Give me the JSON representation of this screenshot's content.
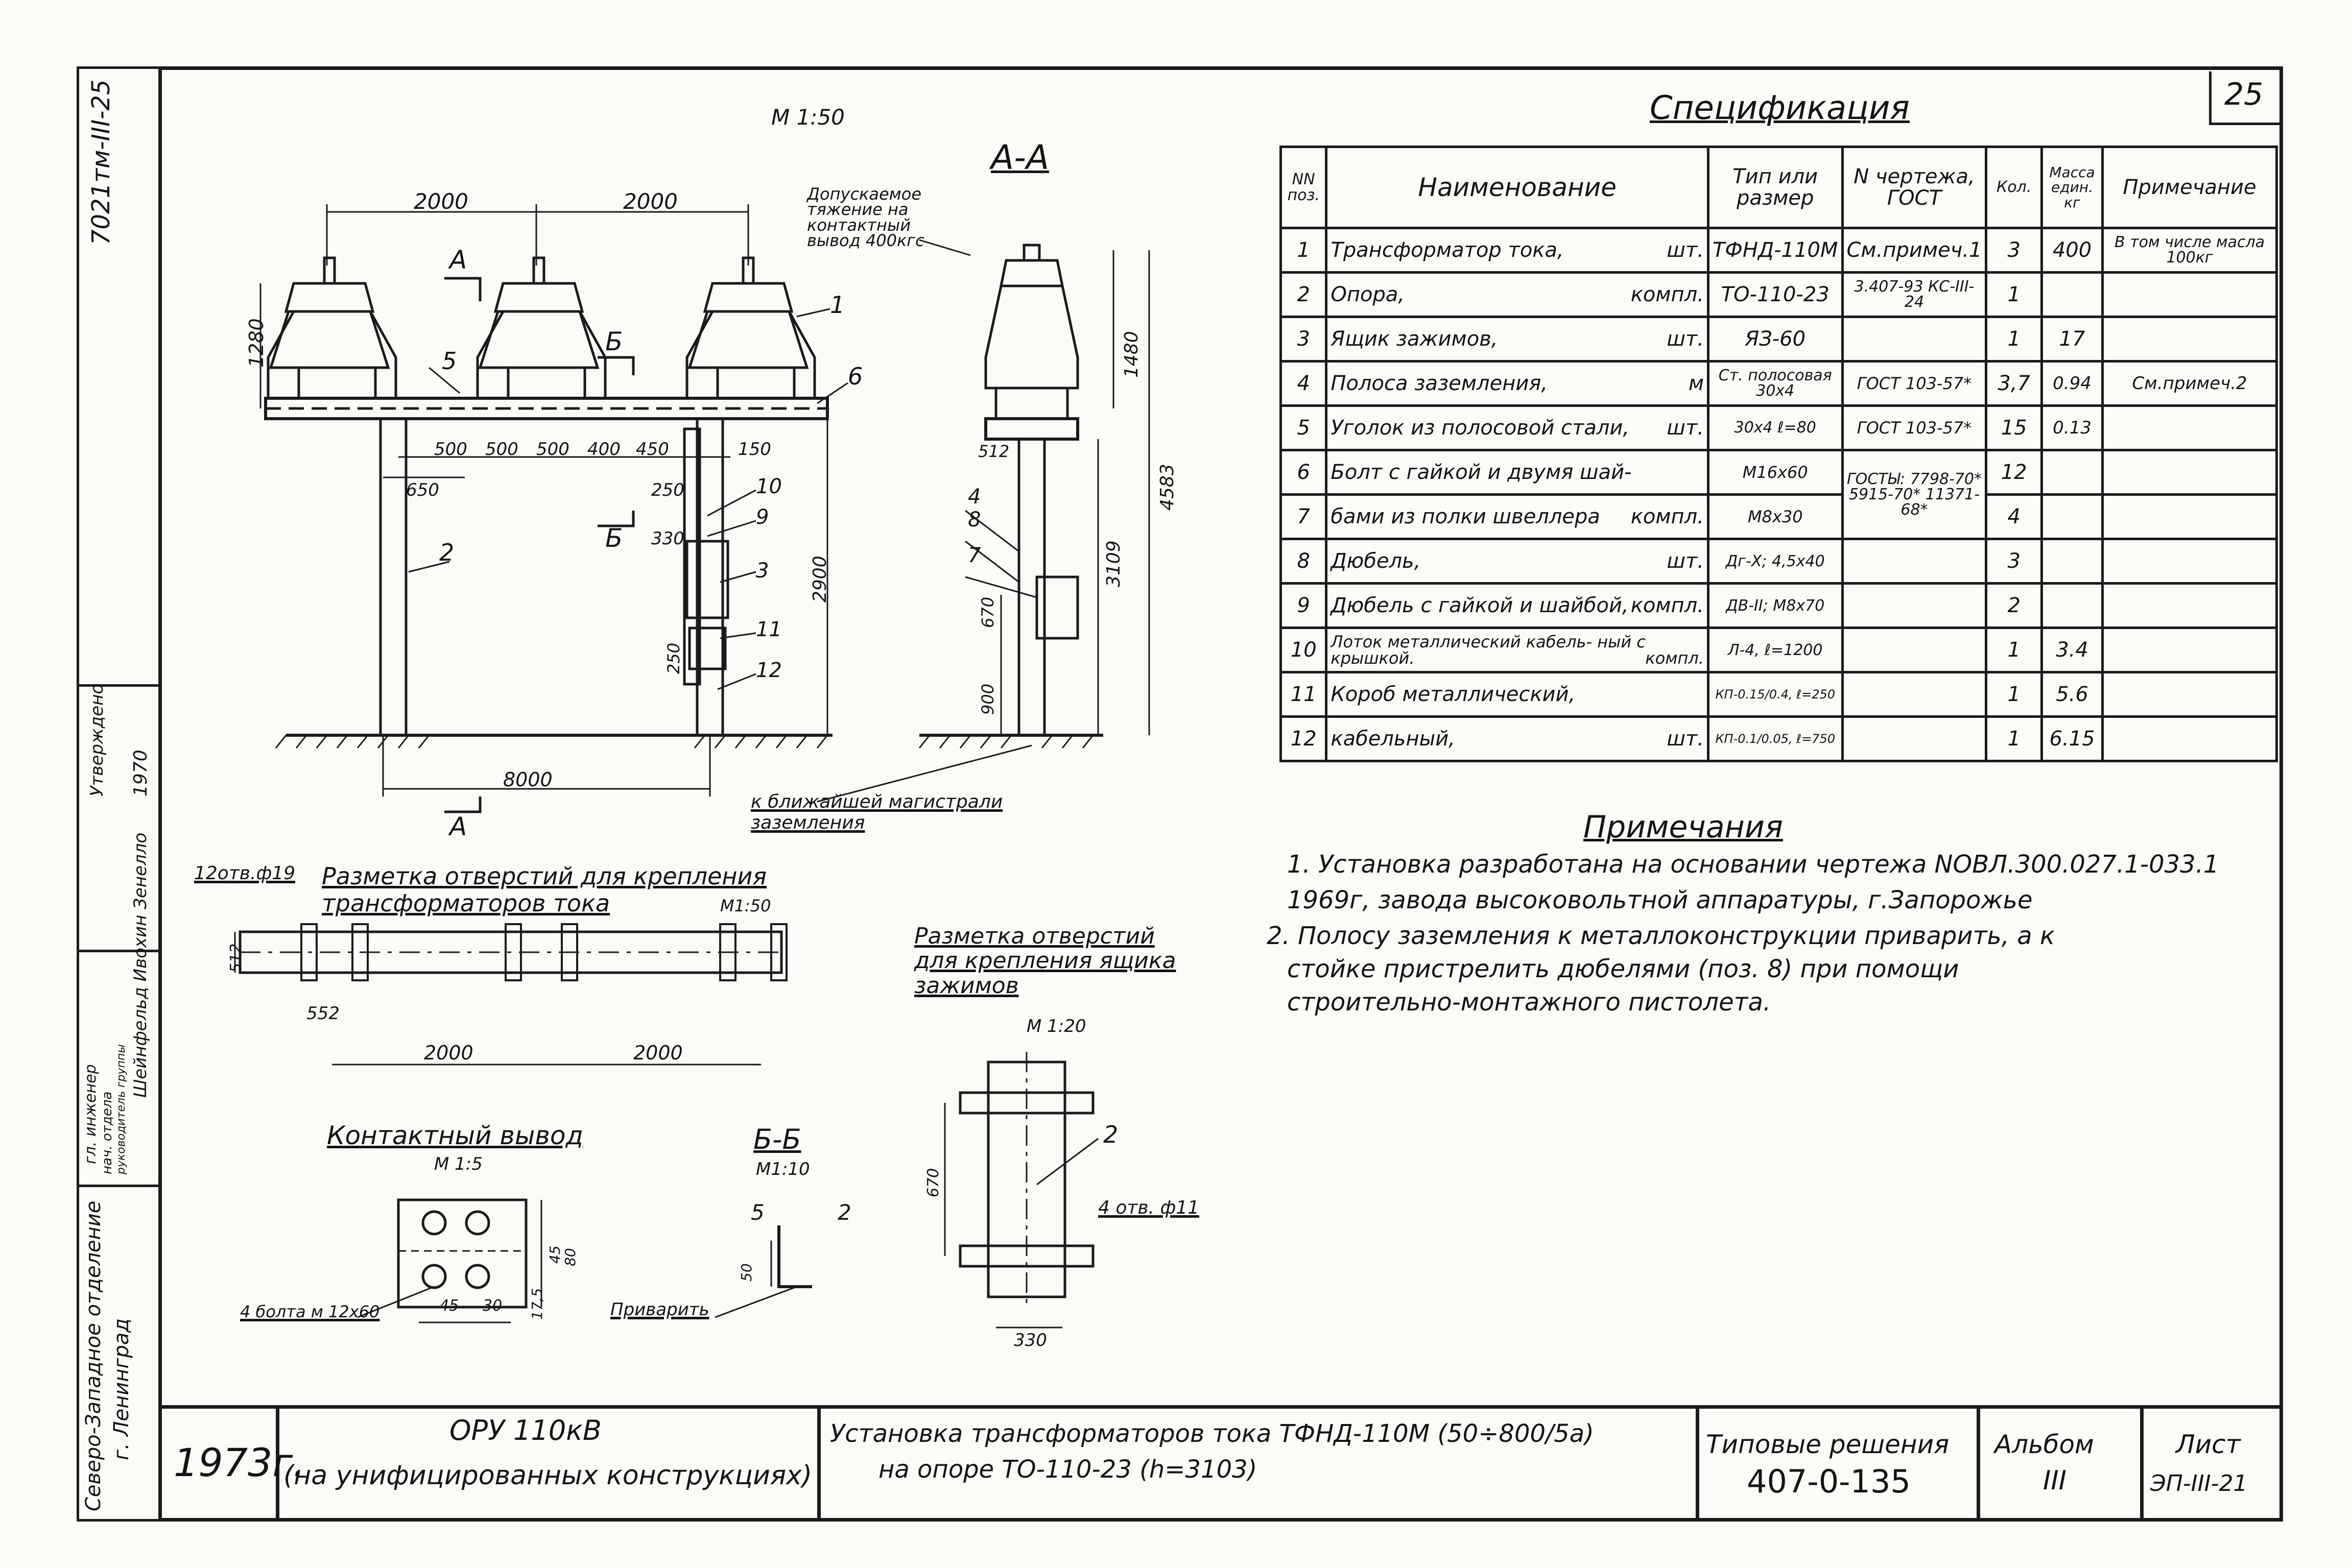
{
  "sheet_no": "25",
  "main_scale": "М 1:50",
  "section_aa": "А-А",
  "permissible_tension": "Допускаемое тяжение на контактный вывод 400кгс",
  "cut_a": "А",
  "cut_b": "Б",
  "dims": {
    "d2000a": "2000",
    "d2000b": "2000",
    "d1280": "1280",
    "d500a": "500",
    "d500b": "500",
    "d500c": "500",
    "d400": "400",
    "d450": "450",
    "d150": "150",
    "d650": "650",
    "d250a": "250",
    "d330": "330",
    "d250b": "250",
    "d2900": "2900",
    "d8000": "8000",
    "d1480": "1480",
    "d4583": "4583",
    "d3109": "3109",
    "d512a": "512",
    "d670a": "670",
    "d900": "900"
  },
  "callouts": {
    "c1": "1",
    "c2": "2",
    "c3": "3",
    "c4": "4",
    "c5": "5",
    "c6": "6",
    "c7": "7",
    "c8": "8",
    "c9": "9",
    "c10": "10",
    "c11": "11",
    "c12": "12",
    "c2b": "2"
  },
  "ground_note": "к ближайшей магистрали заземления",
  "marking_ct": {
    "holes": "12отв.ф19",
    "title": "Разметка отверстий для крепления трансформаторов тока",
    "scale": "М1:50",
    "d512": "512",
    "d552": "552",
    "d2000a": "2000",
    "d2000b": "2000"
  },
  "marking_box": {
    "title": "Разметка отверстий для крепления ящика зажимов",
    "scale": "М 1:20",
    "d670": "670",
    "d330": "330",
    "holes": "4 отв. ф11",
    "callout": "2"
  },
  "contact": {
    "title": "Контактный вывод",
    "scale": "М 1:5",
    "bolts": "4 болта м 12х60",
    "d45a": "45",
    "d30": "30",
    "d17_5": "17,5",
    "d45b": "45",
    "d80": "80"
  },
  "section_bb": {
    "title": "Б-Б",
    "scale": "М1:10",
    "callout5": "5",
    "callout2": "2",
    "d50": "50",
    "weld": "Приварить"
  },
  "spec": {
    "title": "Спецификация",
    "headers": [
      "NN поз.",
      "Наименование",
      "Тип или размер",
      "N чертежа, ГОСТ",
      "Кол.",
      "Масса един. кг",
      "Примечание"
    ],
    "rows": [
      [
        "1",
        "Трансформатор тока,",
        "шт.",
        "ТФНД-110М",
        "См.примеч.1",
        "3",
        "400",
        "В том числе масла 100кг"
      ],
      [
        "2",
        "Опора,",
        "компл.",
        "ТО-110-23",
        "3.407-93 КС-III-24",
        "1",
        "",
        ""
      ],
      [
        "3",
        "Ящик зажимов,",
        "шт.",
        "ЯЗ-60",
        "",
        "1",
        "17",
        ""
      ],
      [
        "4",
        "Полоса заземления,",
        "м",
        "Ст. полосовая 30х4",
        "ГОСТ 103-57*",
        "3,7",
        "0.94",
        "См.примеч.2"
      ],
      [
        "5",
        "Уголок из полосовой стали,",
        "шт.",
        "30х4 ℓ=80",
        "ГОСТ 103-57*",
        "15",
        "0.13",
        ""
      ],
      [
        "6",
        "Болт с гайкой и двумя шай-",
        "",
        "М16х60",
        "ГОСТЫ: 7798-70* 5915-70* 11371-68*",
        "12",
        "",
        ""
      ],
      [
        "7",
        "бами из полки швеллера",
        "компл.",
        "М8х30",
        "",
        "4",
        "",
        ""
      ],
      [
        "8",
        "Дюбель,",
        "шт.",
        "Дг-Х; 4,5х40",
        "",
        "3",
        "",
        ""
      ],
      [
        "9",
        "Дюбель с гайкой и шайбой,",
        "компл.",
        "ДВ-II; М8х70",
        "",
        "2",
        "",
        ""
      ],
      [
        "10",
        "Лоток металлический кабель- ный с крышкой.",
        "компл.",
        "Л-4, ℓ=1200",
        "",
        "1",
        "3.4",
        ""
      ],
      [
        "11",
        "Короб металлический,",
        "",
        "КП-0.15/0.4, ℓ=250",
        "",
        "1",
        "5.6",
        ""
      ],
      [
        "12",
        "кабельный,",
        "шт.",
        "КП-0.1/0.05, ℓ=750",
        "",
        "1",
        "6.15",
        ""
      ]
    ]
  },
  "notes": {
    "title": "Примечания",
    "n1a": "1. Установка разработана на основании чертежа NОВЛ.300.027.1-033.1",
    "n1b": "1969г, завода высоковольтной аппаратуры, г.Запорожье",
    "n2a": "2. Полосу заземления к металлоконструкции приварить, а к",
    "n2b": "стойке пристрелить дюбелями (поз. 8) при помощи",
    "n2c": "строительно-монтажного пистолета."
  },
  "titleblock": {
    "year": "1973г.",
    "object": "ОРУ 110кВ",
    "object_sub": "(на унифицированных конструкциях)",
    "name_1": "Установка трансформаторов тока ТФНД-110М (50÷800/5а)",
    "name_2": "на опоре ТО-110-23 (h=3103)",
    "series": "Типовые решения",
    "code": "407-0-135",
    "album_label": "Альбом",
    "album": "III",
    "sheet_label": "Лист",
    "sheet": "ЭП-III-21"
  },
  "side": {
    "ref": "7021тм-III-25",
    "org1": "Северо-Западное отделение",
    "org2": "г. Ленинград",
    "role1": "гл. инженер",
    "role2": "нач. отдела",
    "role3": "руководитель группы",
    "signers": "Шейнфельд Ивохин Зенелло",
    "approved": "Утверждено",
    "date": "1970"
  }
}
